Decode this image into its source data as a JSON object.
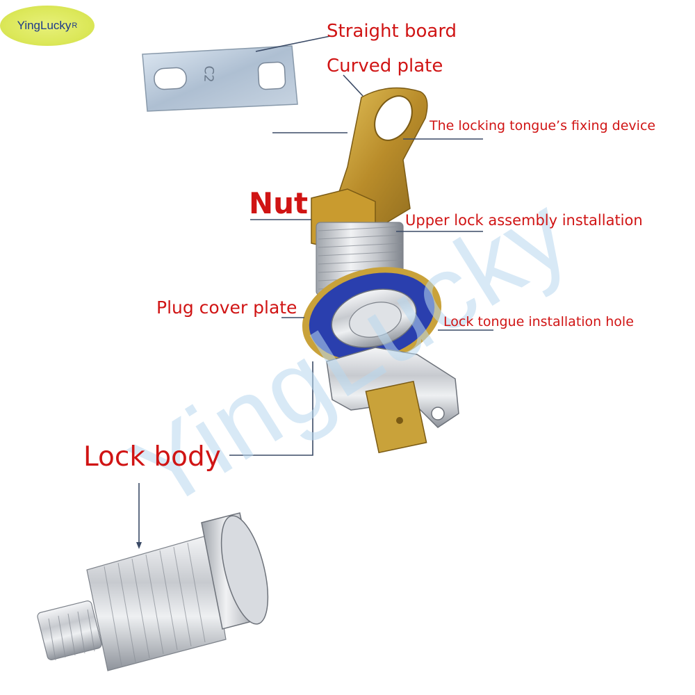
{
  "brand": {
    "name": "YingLucky",
    "mark": "R"
  },
  "watermark": "YingLucky",
  "labels": {
    "straight_board": "Straight board",
    "curved_plate": "Curved plate",
    "locking_tongue_fixing": "The locking tongue’s fixing device",
    "nut": "Nut",
    "upper_lock_assembly": "Upper lock assembly installation",
    "plug_cover_plate": "Plug cover plate",
    "lock_tongue_hole": "Lock tongue installation hole",
    "lock_body": "Lock body"
  },
  "plate_stamp": "C2",
  "colors": {
    "label": "#d01414",
    "leader": "#3a4a66",
    "cover_ring": "#2a3fae",
    "brass": "#c9a23a",
    "chrome": "#c9ccd1"
  }
}
